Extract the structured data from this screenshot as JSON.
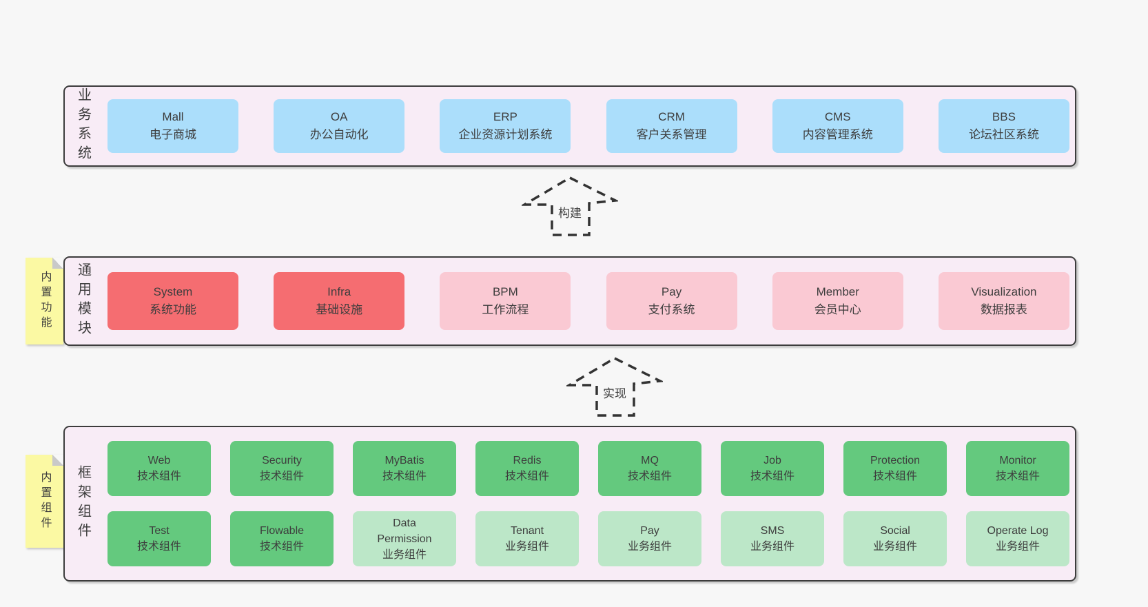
{
  "colors": {
    "page_bg": "#f7f7f7",
    "layer_bg": "#f8ecf6",
    "layer_border": "#3c3c3c",
    "arrow": "#333333",
    "text": "#3d3d3d",
    "blue": "#abdefb",
    "red": "#f56d71",
    "pink": "#fac9d3",
    "green": "#64c97e",
    "light_green": "#bce7c8",
    "note_yellow": "#fbf9a3",
    "fold_gray": "#c9c9c9"
  },
  "arrows": [
    {
      "label": "构建"
    },
    {
      "label": "实现"
    }
  ],
  "layers": [
    {
      "label": "业务系统",
      "rows": [
        [
          {
            "name": "Mall",
            "desc": "电子商城",
            "color": "blue"
          },
          {
            "name": "OA",
            "desc": "办公自动化",
            "color": "blue"
          },
          {
            "name": "ERP",
            "desc": "企业资源计划系统",
            "color": "blue"
          },
          {
            "name": "CRM",
            "desc": "客户关系管理",
            "color": "blue"
          },
          {
            "name": "CMS",
            "desc": "内容管理系统",
            "color": "blue"
          },
          {
            "name": "BBS",
            "desc": "论坛社区系统",
            "color": "blue"
          }
        ]
      ]
    },
    {
      "label": "通用模块",
      "note": "内置功能",
      "rows": [
        [
          {
            "name": "System",
            "desc": "系统功能",
            "color": "red"
          },
          {
            "name": "Infra",
            "desc": "基础设施",
            "color": "red"
          },
          {
            "name": "BPM",
            "desc": "工作流程",
            "color": "pink"
          },
          {
            "name": "Pay",
            "desc": "支付系统",
            "color": "pink"
          },
          {
            "name": "Member",
            "desc": "会员中心",
            "color": "pink"
          },
          {
            "name": "Visualization",
            "desc": "数据报表",
            "color": "pink"
          }
        ]
      ]
    },
    {
      "label": "框架组件",
      "note": "内置组件",
      "rows": [
        [
          {
            "name": "Web",
            "desc": "技术组件",
            "color": "green"
          },
          {
            "name": "Security",
            "desc": "技术组件",
            "color": "green"
          },
          {
            "name": "MyBatis",
            "desc": "技术组件",
            "color": "green"
          },
          {
            "name": "Redis",
            "desc": "技术组件",
            "color": "green"
          },
          {
            "name": "MQ",
            "desc": "技术组件",
            "color": "green"
          },
          {
            "name": "Job",
            "desc": "技术组件",
            "color": "green"
          },
          {
            "name": "Protection",
            "desc": "技术组件",
            "color": "green"
          },
          {
            "name": "Monitor",
            "desc": "技术组件",
            "color": "green"
          }
        ],
        [
          {
            "name": "Test",
            "desc": "技术组件",
            "color": "green"
          },
          {
            "name": "Flowable",
            "desc": "技术组件",
            "color": "green"
          },
          {
            "name": "Data Permission",
            "desc": "业务组件",
            "color": "light_green"
          },
          {
            "name": "Tenant",
            "desc": "业务组件",
            "color": "light_green"
          },
          {
            "name": "Pay",
            "desc": "业务组件",
            "color": "light_green"
          },
          {
            "name": "SMS",
            "desc": "业务组件",
            "color": "light_green"
          },
          {
            "name": "Social",
            "desc": "业务组件",
            "color": "light_green"
          },
          {
            "name": "Operate Log",
            "desc": "业务组件",
            "color": "light_green"
          }
        ]
      ]
    }
  ]
}
